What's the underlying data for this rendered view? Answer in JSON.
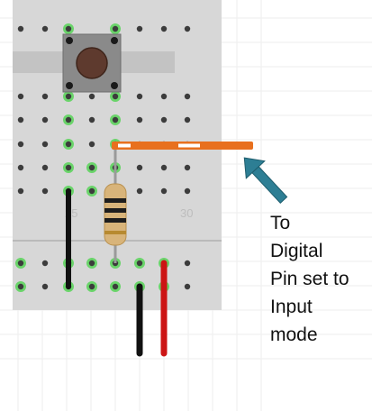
{
  "breadboard": {
    "column_label_left": "25",
    "column_label_right": "30"
  },
  "components": {
    "button_name": "pushbutton-icon",
    "resistor_name": "resistor-icon"
  },
  "callout": {
    "lines": [
      "To",
      "Digital",
      "Pin set to",
      "Input",
      "mode"
    ]
  },
  "colors": {
    "board": "#d7d7d7",
    "hole": "#3c3c3c",
    "active_hole": "#6ad46a",
    "wire_orange": "#e8701e",
    "wire_black": "#111111",
    "wire_red": "#cc1414",
    "arrow": "#2d7e94"
  }
}
